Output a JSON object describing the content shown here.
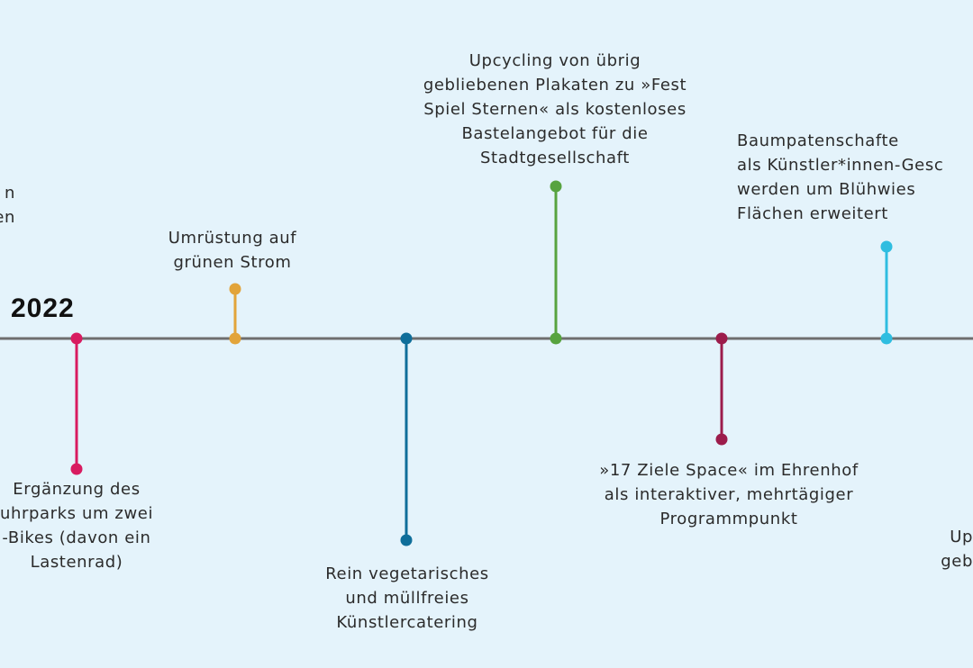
{
  "year": "2022",
  "line_color": "#6e6e6e",
  "milestones": [
    {
      "id": "offscreen-left",
      "side": "top",
      "color": "",
      "text": "n\nen"
    },
    {
      "id": "fuhrpark",
      "side": "bottom",
      "color": "#d81b60",
      "text": "Ergänzung des\nuhrparks um zwei\n-Bikes (davon ein\nLastenrad)"
    },
    {
      "id": "gruener-strom",
      "side": "top",
      "color": "#e2a43a",
      "text": "Umrüstung auf\ngrünen Strom"
    },
    {
      "id": "catering",
      "side": "bottom",
      "color": "#0f6e9a",
      "text": "Rein vegetarisches\nund müllfreies\nKünstlercatering"
    },
    {
      "id": "upcycling-plakate",
      "side": "top",
      "color": "#57a33f",
      "text": "Upcycling von übrig\ngebliebenen Plakaten zu »Fest\nSpiel Sternen« als kostenloses\nBastelangebot für die\nStadtgesellschaft"
    },
    {
      "id": "ziele-space",
      "side": "bottom",
      "color": "#9c1c4b",
      "text": "»17 Ziele Space« im Ehrenhof\nals interaktiver, mehrtägiger\nProgrammpunkt"
    },
    {
      "id": "baumpatenschaften",
      "side": "top",
      "color": "#2fbde0",
      "text": "Baumpatenschafte\nals Künstler*innen-Gesc\nwerden um Blühwies\nFlächen erweitert"
    },
    {
      "id": "offscreen-right",
      "side": "bottom",
      "color": "",
      "text": "Up\ngeb"
    }
  ]
}
